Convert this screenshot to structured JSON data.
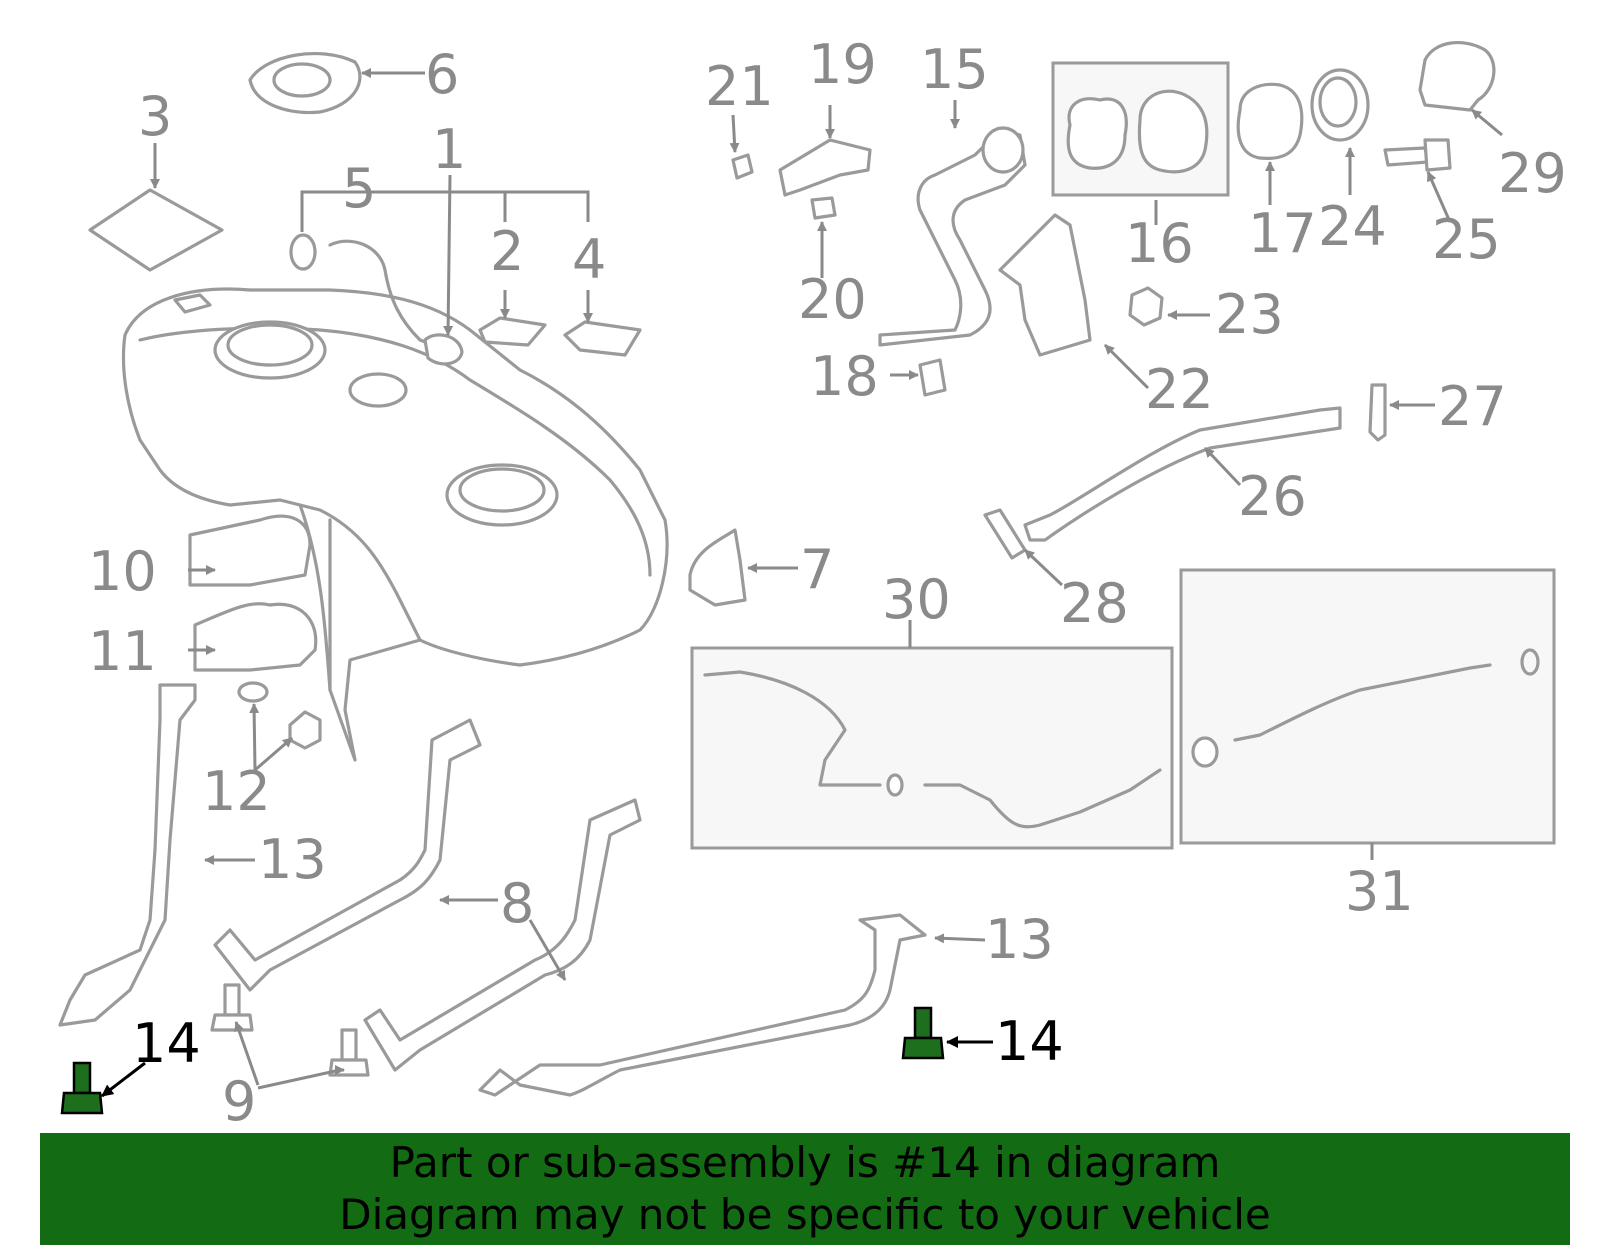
{
  "diagram": {
    "callouts": [
      "1",
      "2",
      "3",
      "4",
      "5",
      "6",
      "7",
      "8",
      "9",
      "10",
      "11",
      "12",
      "13",
      "13",
      "14",
      "14",
      "15",
      "16",
      "17",
      "18",
      "19",
      "20",
      "21",
      "22",
      "23",
      "24",
      "25",
      "26",
      "27",
      "28",
      "29",
      "30",
      "31"
    ],
    "highlighted_part": "14",
    "highlight_color": "#136b13"
  },
  "banner": {
    "line1": "Part or sub-assembly is #14 in diagram",
    "line2": "Diagram may not be specific to your vehicle",
    "background": "#136b13"
  }
}
